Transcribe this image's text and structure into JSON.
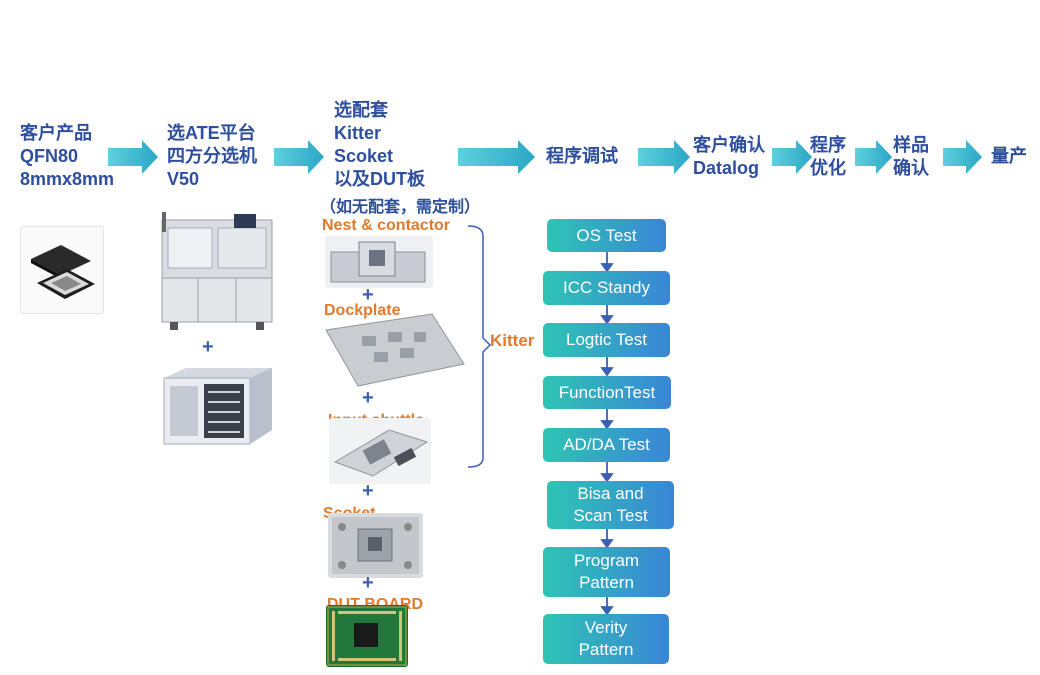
{
  "flow": {
    "customer_product": "客户产品\nQFN80\n8mmx8mm",
    "select_ate": "选ATE平台\n四方分选机\nV50",
    "select_kit": "选配套\nKitter\nScoket\n以及DUT板",
    "custom_note": "（如无配套，需定制）",
    "program_debug": "程序调试",
    "customer_confirm": "客户确认\nDatalog",
    "program_optimize": "程序\n优化",
    "sample_confirm": "样品\n确认",
    "mass_production": "量产"
  },
  "kit": {
    "nest": "Nest & contactor",
    "dockplate": "Dockplate",
    "input_shuttle": "Input shuttle",
    "scoket": "Scoket",
    "dut_board": "DUT BOARD",
    "kitter": "Kitter",
    "plus": "+"
  },
  "tests": [
    "OS Test",
    "ICC Standy",
    "Logtic Test",
    "FunctionTest",
    "AD/DA Test",
    "Bisa and\nScan Test",
    "Program\nPattern",
    "Verity\nPattern"
  ],
  "colors": {
    "text_blue": "#2e4f9e",
    "label_orange": "#e07b2e",
    "arrow_teal": "#35b8cf",
    "box_start": "#2ec4b4",
    "box_end": "#3a86d6"
  }
}
